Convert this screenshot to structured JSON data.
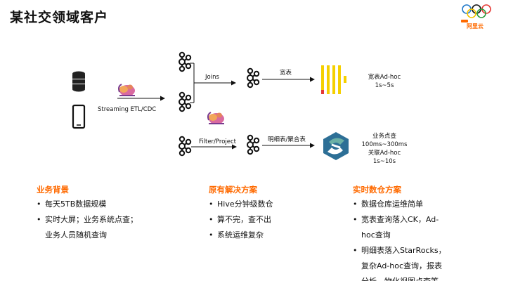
{
  "title": "某社交领域客户",
  "logo": {
    "name": "阿里云"
  },
  "diagram": {
    "streaming_label": "Streaming ETL/CDC",
    "joins_label": "Joins",
    "filter_label": "Filter/Project",
    "wide_label": "宽表",
    "detail_label": "明细表/聚合表",
    "adhoc_title": "宽表Ad-hoc",
    "adhoc_latency": "1s~5s",
    "sr_line1": "业务点查",
    "sr_line2": "100ms~300ms",
    "sr_line3": "关联Ad-hoc",
    "sr_line4": "1s~10s"
  },
  "columns": {
    "background": {
      "heading": "业务背景",
      "items": [
        "每天5TB数据规模",
        "实时大屏；业务系统点查；",
        "业务人员随机查询"
      ]
    },
    "original": {
      "heading": "原有解决方案",
      "items": [
        "Hive分钟级数仓",
        "算不完，查不出",
        "系统运维复杂"
      ]
    },
    "realtime": {
      "heading": "实时数仓方案",
      "items": [
        "数据仓库运维简单",
        "宽表查询落入CK，Ad-",
        "hoc查询",
        "明细表落入StarRocks，",
        "复杂Ad-hoc查询，报表",
        "分析，物化视图点查等"
      ]
    }
  },
  "colors": {
    "accent": "#ff6a00",
    "bar_yellow": "#f5d000",
    "bar_red": "#e53935",
    "sr_blue": "#2d6f96",
    "sr_teal": "#6bb0a6"
  }
}
